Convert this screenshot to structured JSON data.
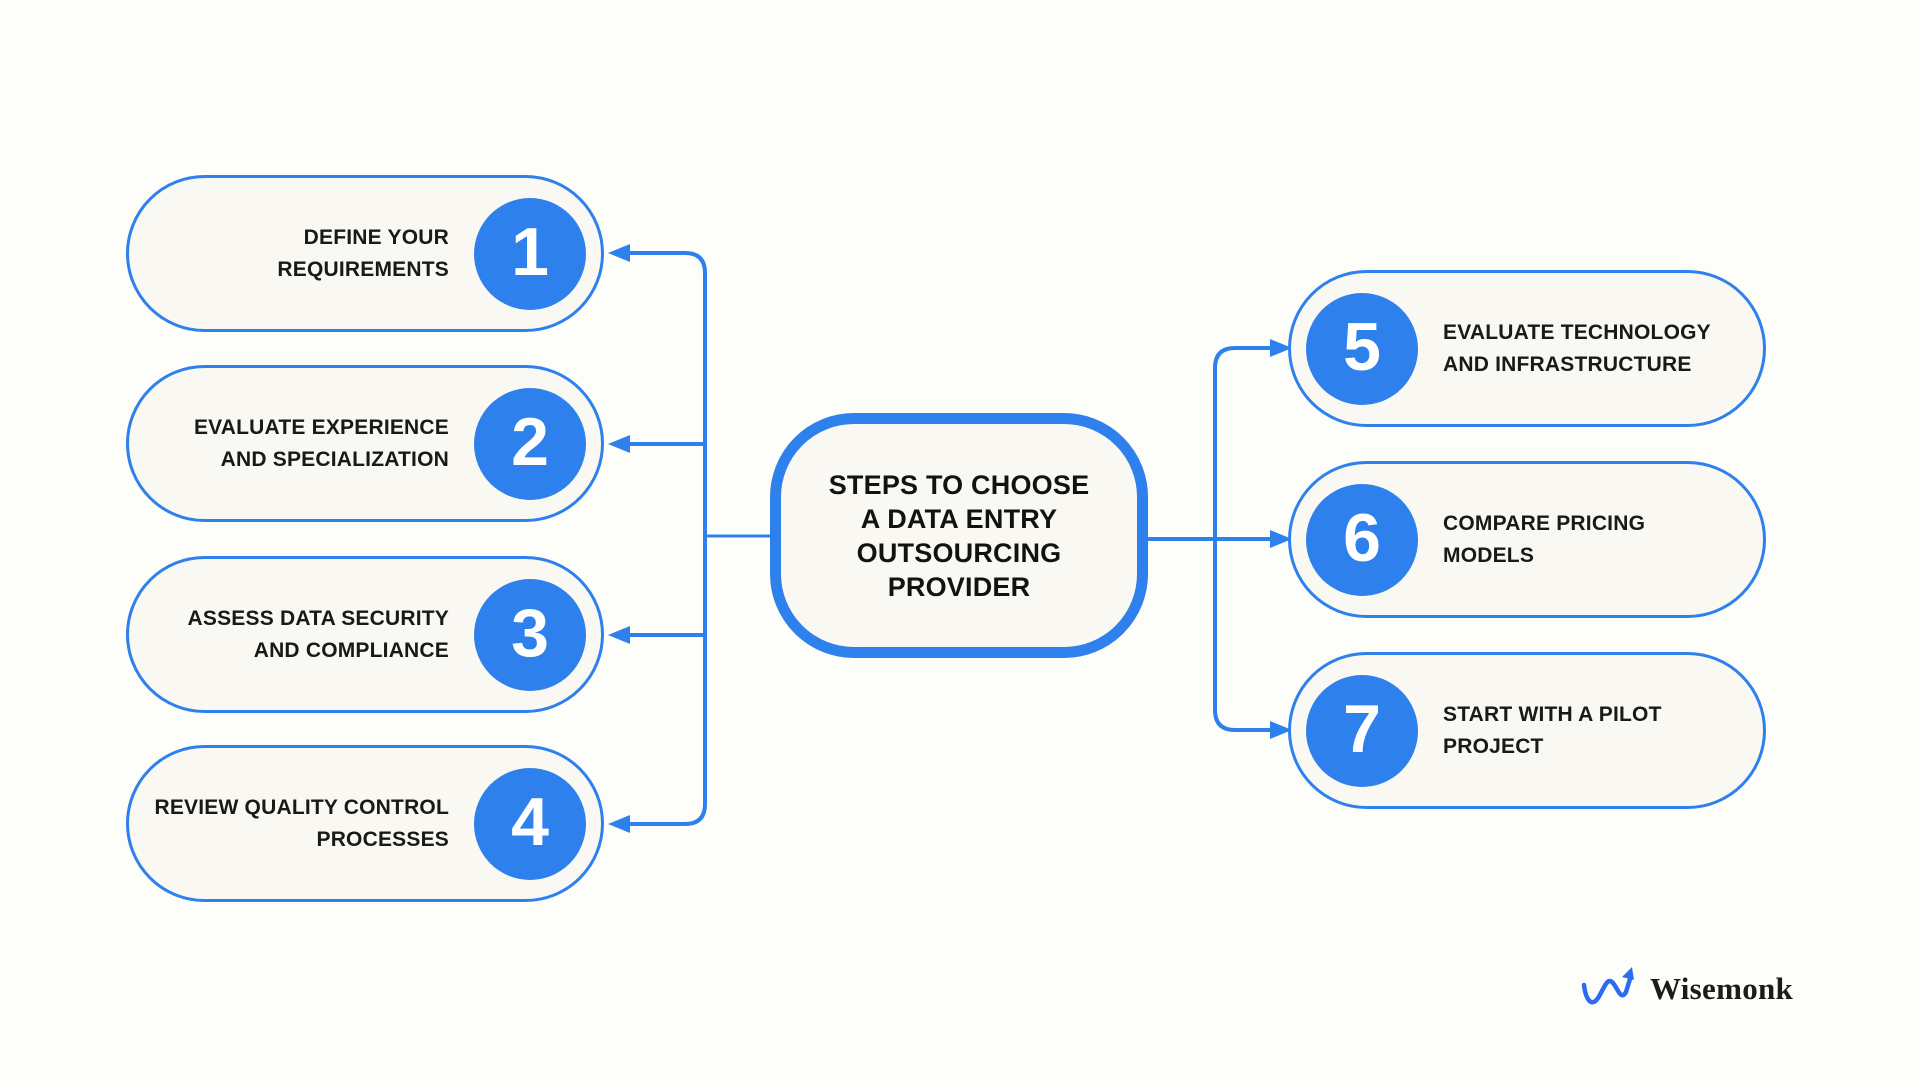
{
  "page": {
    "background": "#fdfdfa",
    "accent_blue": "#2e81ed",
    "pill_fill": "#f9f8f3",
    "text_dark": "#191919"
  },
  "center": {
    "title": "STEPS TO CHOOSE A DATA ENTRY OUTSOURCING PROVIDER",
    "title_lines": [
      "STEPS TO CHOOSE",
      "A DATA ENTRY",
      "OUTSOURCING",
      "PROVIDER"
    ]
  },
  "steps_left": [
    {
      "number": "1",
      "label": "DEFINE YOUR REQUIREMENTS",
      "label_lines": [
        "DEFINE YOUR",
        "REQUIREMENTS"
      ]
    },
    {
      "number": "2",
      "label": "EVALUATE EXPERIENCE AND SPECIALIZATION",
      "label_lines": [
        "EVALUATE EXPERIENCE",
        "AND SPECIALIZATION"
      ]
    },
    {
      "number": "3",
      "label": "ASSESS DATA SECURITY AND COMPLIANCE",
      "label_lines": [
        "ASSESS DATA SECURITY",
        "AND COMPLIANCE"
      ]
    },
    {
      "number": "4",
      "label": "REVIEW QUALITY CONTROL PROCESSES",
      "label_lines": [
        "REVIEW QUALITY CONTROL",
        "PROCESSES"
      ]
    }
  ],
  "steps_right": [
    {
      "number": "5",
      "label": "EVALUATE TECHNOLOGY AND INFRASTRUCTURE",
      "label_lines": [
        "EVALUATE TECHNOLOGY",
        "AND INFRASTRUCTURE"
      ]
    },
    {
      "number": "6",
      "label": "COMPARE PRICING MODELS",
      "label_lines": [
        "COMPARE PRICING",
        "MODELS"
      ]
    },
    {
      "number": "7",
      "label": "START WITH A PILOT PROJECT",
      "label_lines": [
        "START WITH A PILOT",
        "PROJECT"
      ]
    }
  ],
  "footer": {
    "brand": "Wisemonk",
    "logo_icon": "wave-arrow-logo"
  }
}
